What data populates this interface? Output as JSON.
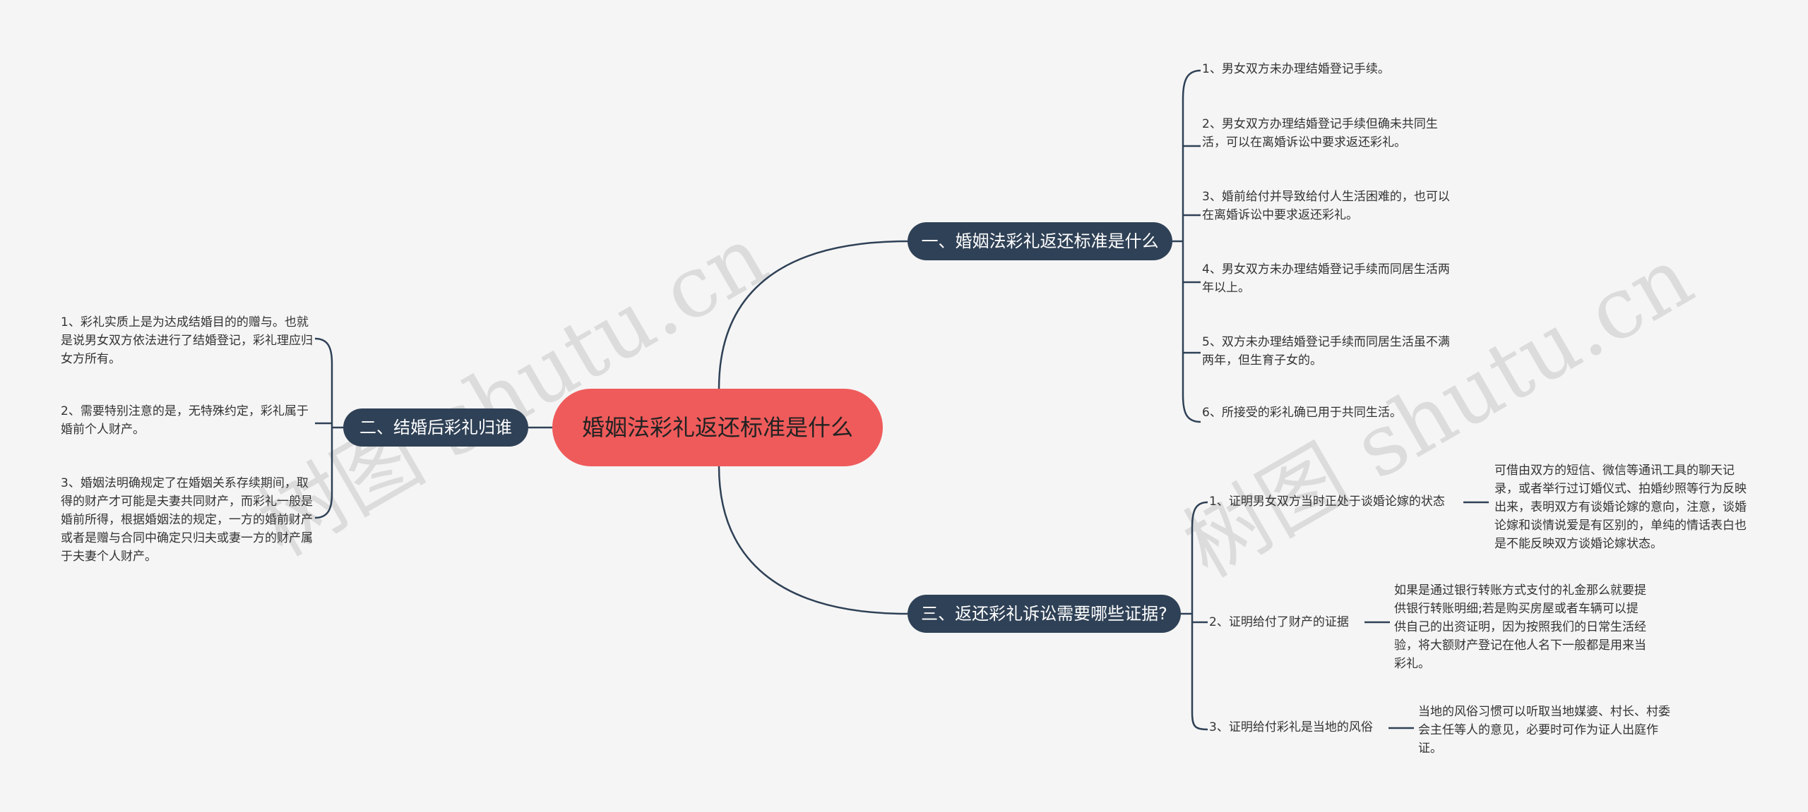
{
  "watermark": "树图 shutu.cn",
  "root": "婚姻法彩礼返还标准是什么",
  "branch1": {
    "label": "一、婚姻法彩礼返还标准是什么",
    "leaves": [
      "1、男女双方未办理结婚登记手续。",
      "2、男女双方办理结婚登记手续但确未共同生活，可以在离婚诉讼中要求返还彩礼。",
      "3、婚前给付并导致给付人生活困难的，也可以在离婚诉讼中要求返还彩礼。",
      "4、男女双方未办理结婚登记手续而同居生活两年以上。",
      "5、双方未办理结婚登记手续而同居生活虽不满两年，但生育子女的。",
      "6、所接受的彩礼确已用于共同生活。"
    ]
  },
  "branch2": {
    "label": "二、结婚后彩礼归谁",
    "leaves": [
      "1、彩礼实质上是为达成结婚目的的赠与。也就是说男女双方依法进行了结婚登记，彩礼理应归女方所有。",
      "2、需要特别注意的是，无特殊约定，彩礼属于婚前个人财产。",
      "3、婚姻法明确规定了在婚姻关系存续期间，取得的财产才可能是夫妻共同财产，而彩礼一般是婚前所得，根据婚姻法的规定，一方的婚前财产或者是赠与合同中确定只归夫或妻一方的财产属于夫妻个人财产。"
    ]
  },
  "branch3": {
    "label": "三、返还彩礼诉讼需要哪些证据?",
    "items": [
      {
        "label": "1、证明男女双方当时正处于谈婚论嫁的状态",
        "detail": "可借由双方的短信、微信等通讯工具的聊天记录，或者举行过订婚仪式、拍婚纱照等行为反映出来，表明双方有谈婚论嫁的意向，注意，谈婚论嫁和谈情说爱是有区别的，单纯的情话表白也是不能反映双方谈婚论嫁状态。"
      },
      {
        "label": "2、证明给付了财产的证据",
        "detail": "如果是通过银行转账方式支付的礼金那么就要提供银行转账明细;若是购买房屋或者车辆可以提供自己的出资证明，因为按照我们的日常生活经验，将大额财产登记在他人名下一般都是用来当彩礼。"
      },
      {
        "label": "3、证明给付彩礼是当地的风俗",
        "detail": "当地的风俗习惯可以听取当地媒婆、村长、村委会主任等人的意见，必要时可作为证人出庭作证。"
      }
    ]
  },
  "colors": {
    "root": "#ef5b5b",
    "branch": "#2f4156",
    "line": "#2f4156",
    "background": "#f5f5f5"
  }
}
